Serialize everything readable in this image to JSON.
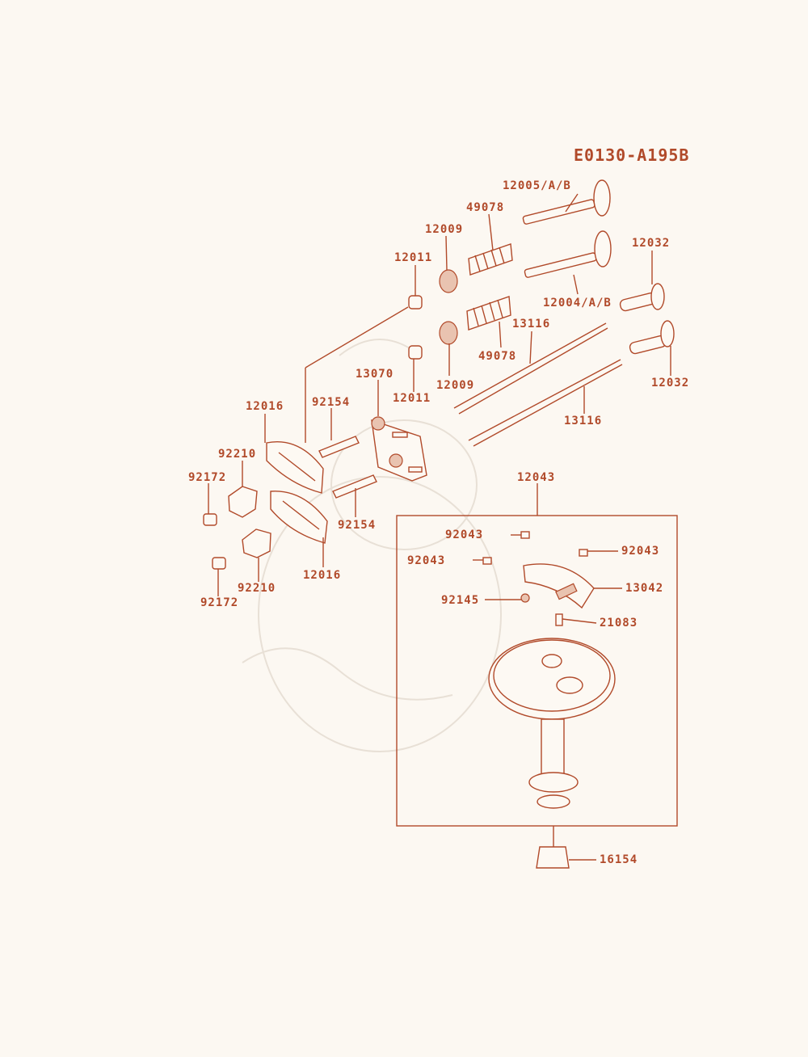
{
  "diagram_code": "E0130-A195B",
  "colors": {
    "ink": "#b14a2a",
    "background": "#fcf8f2"
  },
  "labels": {
    "p12005": "12005/A/B",
    "p49078_top": "49078",
    "p12009_top": "12009",
    "p12011_top": "12011",
    "p12004": "12004/A/B",
    "p12032_top": "12032",
    "p13116_top": "13116",
    "p49078_bottom": "49078",
    "p12009_bottom": "12009",
    "p12011_bottom": "12011",
    "p12032_bottom": "12032",
    "p13070": "13070",
    "p12016_top": "12016",
    "p92154_top": "92154",
    "p13116_bottom": "13116",
    "p92210_top": "92210",
    "p92172_top": "92172",
    "p92154_bottom": "92154",
    "p12016_bottom": "12016",
    "p92210_bottom": "92210",
    "p92172_bottom": "92172",
    "p12043": "12043",
    "p92043_a": "92043",
    "p92043_b": "92043",
    "p92043_c": "92043",
    "p13042": "13042",
    "p92145": "92145",
    "p21083": "21083",
    "p16154": "16154"
  }
}
